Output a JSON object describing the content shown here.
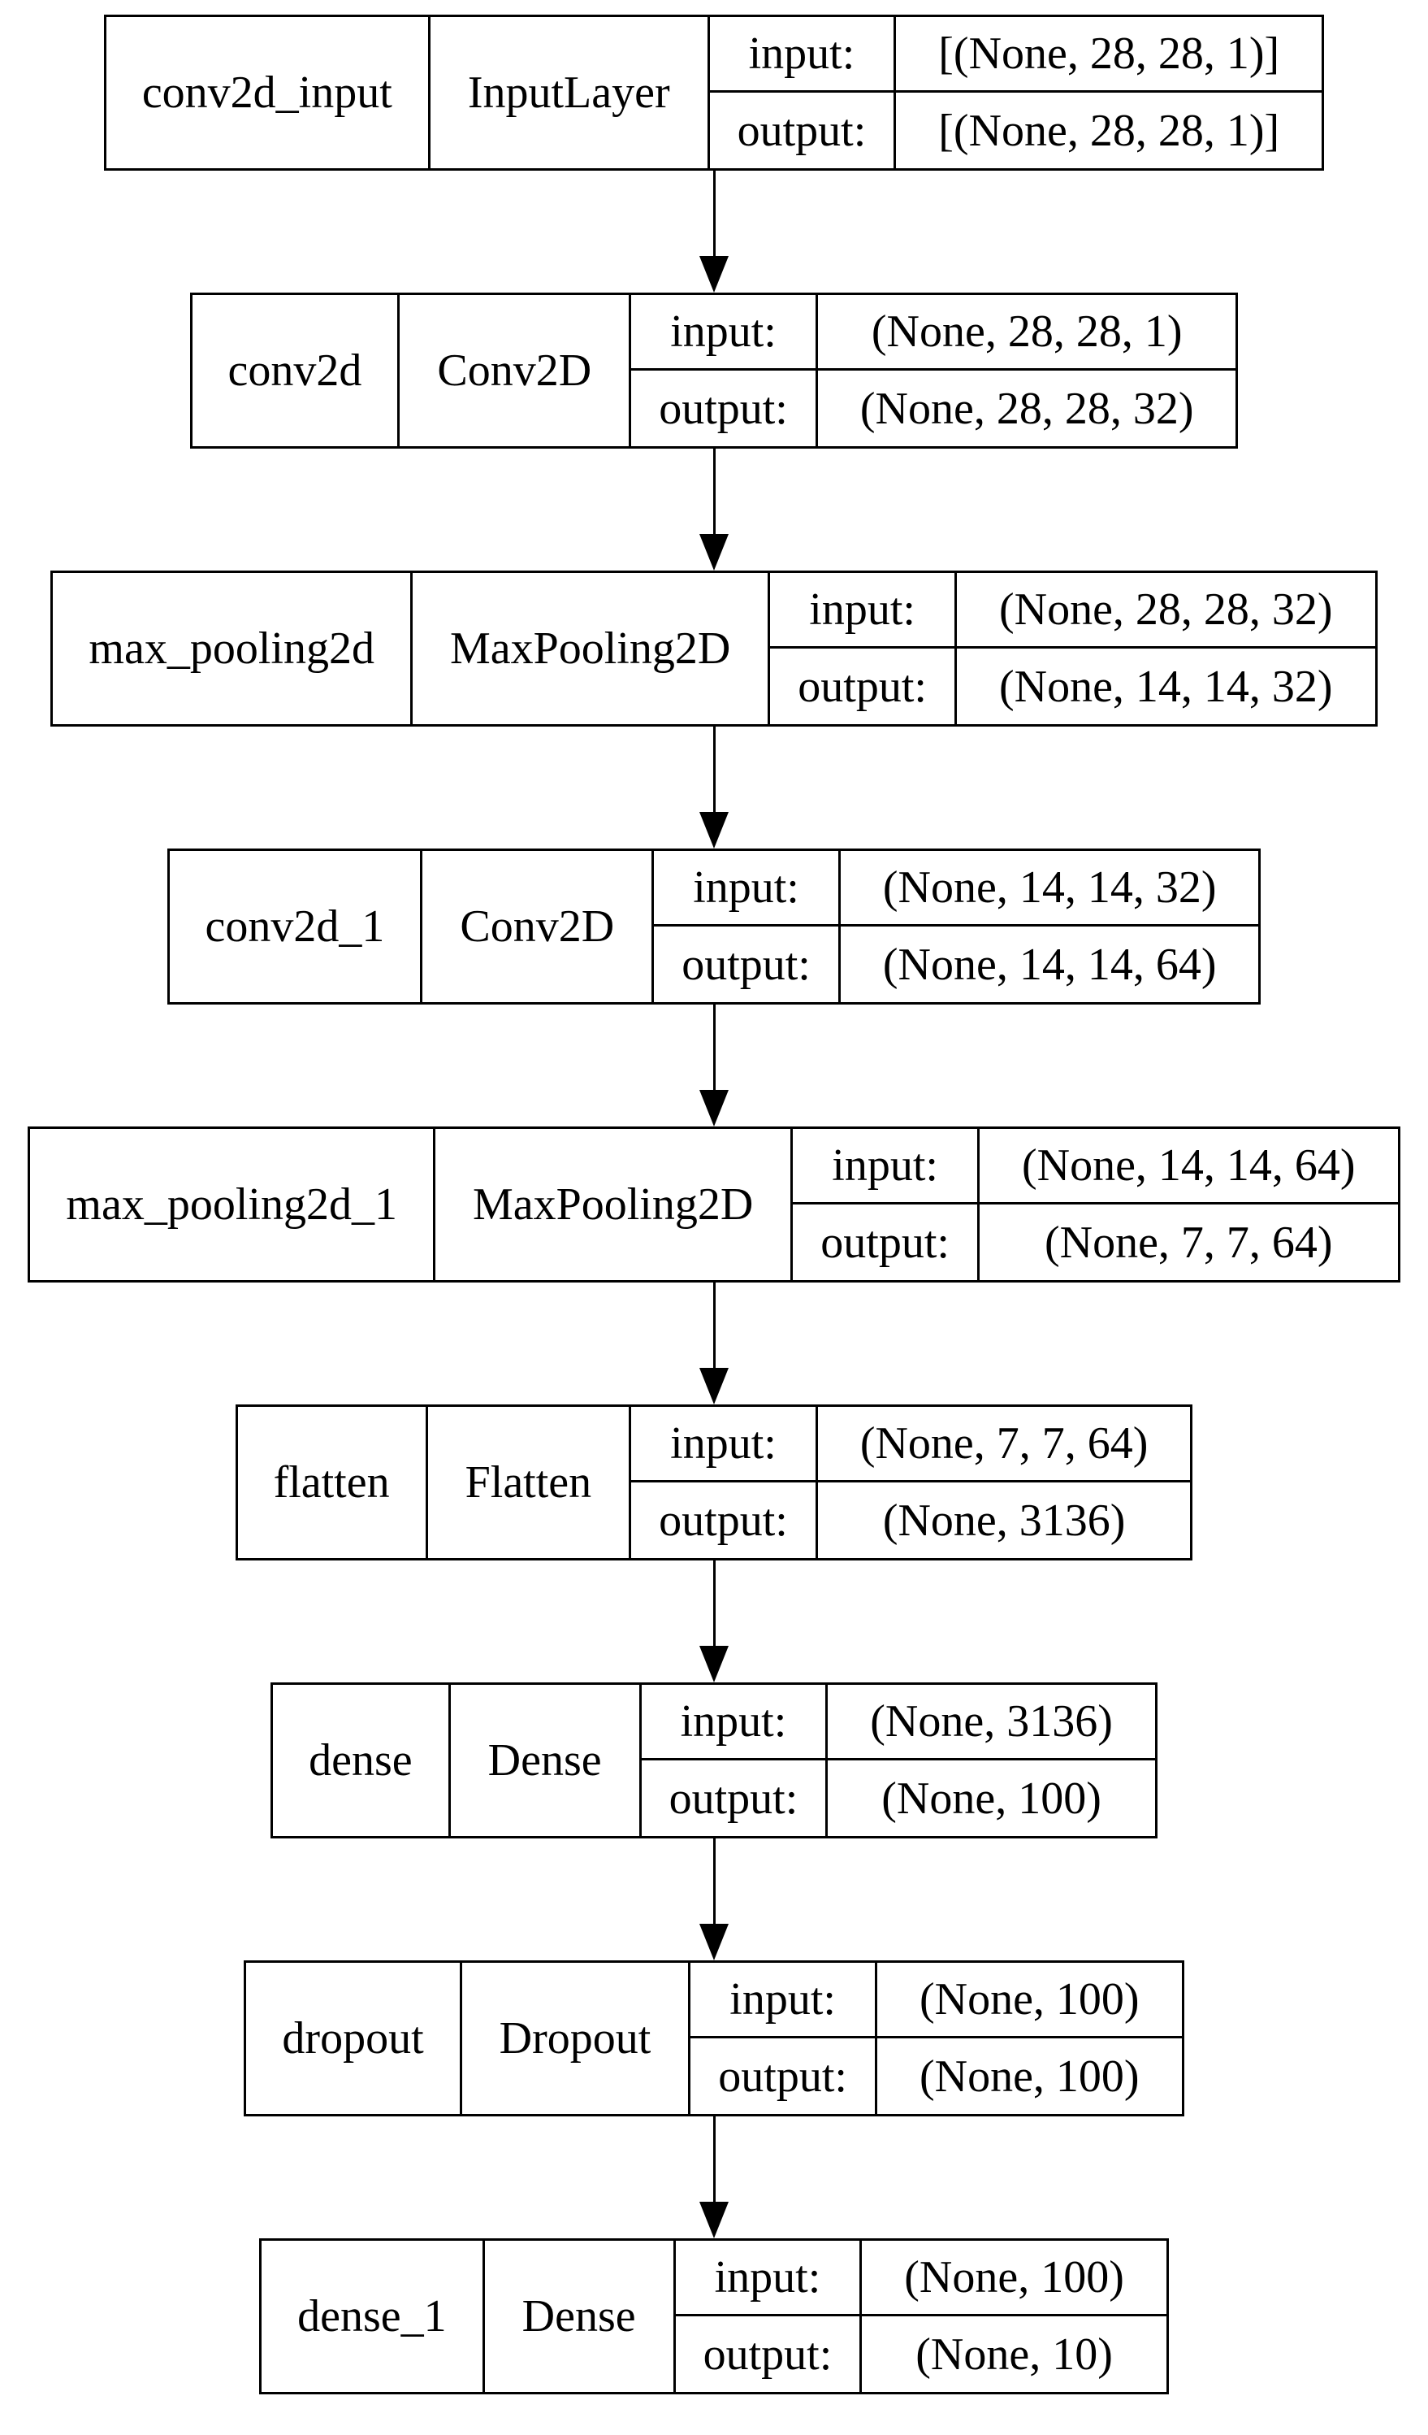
{
  "diagram": {
    "type": "keras-model-architecture",
    "colors": {
      "background": "#ffffff",
      "border": "#000000",
      "text": "#000000",
      "arrow": "#000000"
    },
    "labels": {
      "input": "input:",
      "output": "output:"
    },
    "layers": [
      {
        "name": "conv2d_input",
        "class_name": "InputLayer",
        "input_shape": "[(None, 28, 28, 1)]",
        "output_shape": "[(None, 28, 28, 1)]"
      },
      {
        "name": "conv2d",
        "class_name": "Conv2D",
        "input_shape": "(None, 28, 28, 1)",
        "output_shape": "(None, 28, 28, 32)"
      },
      {
        "name": "max_pooling2d",
        "class_name": "MaxPooling2D",
        "input_shape": "(None, 28, 28, 32)",
        "output_shape": "(None, 14, 14, 32)"
      },
      {
        "name": "conv2d_1",
        "class_name": "Conv2D",
        "input_shape": "(None, 14, 14, 32)",
        "output_shape": "(None, 14, 14, 64)"
      },
      {
        "name": "max_pooling2d_1",
        "class_name": "MaxPooling2D",
        "input_shape": "(None, 14, 14, 64)",
        "output_shape": "(None, 7, 7, 64)"
      },
      {
        "name": "flatten",
        "class_name": "Flatten",
        "input_shape": "(None, 7, 7, 64)",
        "output_shape": "(None, 3136)"
      },
      {
        "name": "dense",
        "class_name": "Dense",
        "input_shape": "(None, 3136)",
        "output_shape": "(None, 100)"
      },
      {
        "name": "dropout",
        "class_name": "Dropout",
        "input_shape": "(None, 100)",
        "output_shape": "(None, 100)"
      },
      {
        "name": "dense_1",
        "class_name": "Dense",
        "input_shape": "(None, 100)",
        "output_shape": "(None, 10)"
      }
    ]
  }
}
